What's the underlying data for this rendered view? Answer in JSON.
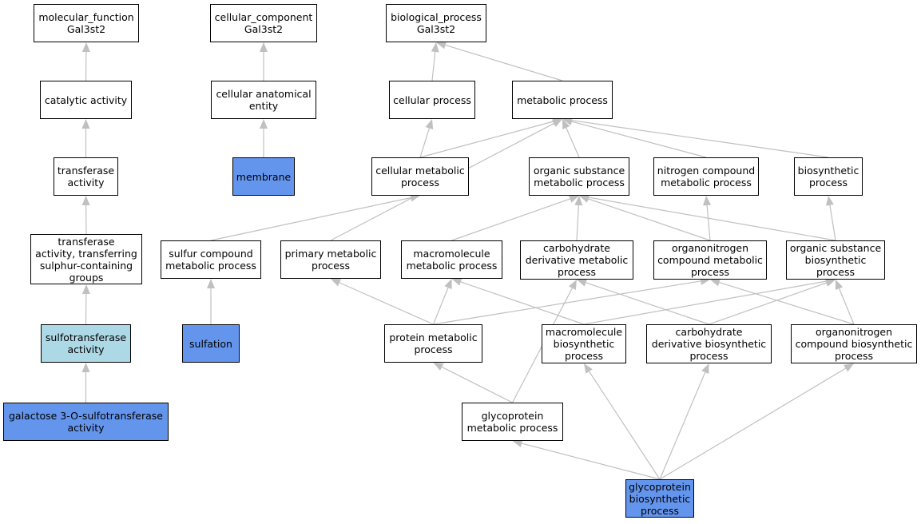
{
  "colors": {
    "default_fill": "#ffffff",
    "annotated_fill": "#6495ed",
    "ancestor_fill": "#add8e6",
    "edge": "#c0c0c0",
    "border": "#000000"
  },
  "nodes": [
    {
      "id": "molecular-function",
      "label": "molecular_function\nGal3st2",
      "fill": "#ffffff"
    },
    {
      "id": "catalytic-activity",
      "label": "catalytic activity",
      "fill": "#ffffff"
    },
    {
      "id": "transferase-activity",
      "label": "transferase\nactivity",
      "fill": "#ffffff"
    },
    {
      "id": "transferase-sulphur",
      "label": "transferase\nactivity, transferring\nsulphur-containing\ngroups",
      "fill": "#ffffff"
    },
    {
      "id": "sulfotransferase",
      "label": "sulfotransferase\nactivity",
      "fill": "#add8e6"
    },
    {
      "id": "galactose-sulfotransferase",
      "label": "galactose 3-O-sulfotransferase\nactivity",
      "fill": "#6495ed"
    },
    {
      "id": "cellular-component",
      "label": "cellular_component\nGal3st2",
      "fill": "#ffffff"
    },
    {
      "id": "cellular-anatomical-entity",
      "label": "cellular anatomical\nentity",
      "fill": "#ffffff"
    },
    {
      "id": "membrane",
      "label": "membrane",
      "fill": "#6495ed"
    },
    {
      "id": "biological-process",
      "label": "biological_process\nGal3st2",
      "fill": "#ffffff"
    },
    {
      "id": "cellular-process",
      "label": "cellular process",
      "fill": "#ffffff"
    },
    {
      "id": "metabolic-process",
      "label": "metabolic process",
      "fill": "#ffffff"
    },
    {
      "id": "cellular-metabolic",
      "label": "cellular metabolic\nprocess",
      "fill": "#ffffff"
    },
    {
      "id": "organic-substance-metabolic",
      "label": "organic substance\nmetabolic process",
      "fill": "#ffffff"
    },
    {
      "id": "nitrogen-compound-metabolic",
      "label": "nitrogen compound\nmetabolic process",
      "fill": "#ffffff"
    },
    {
      "id": "biosynthetic-process",
      "label": "biosynthetic\nprocess",
      "fill": "#ffffff"
    },
    {
      "id": "sulfur-compound-metabolic",
      "label": "sulfur compound\nmetabolic process",
      "fill": "#ffffff"
    },
    {
      "id": "primary-metabolic",
      "label": "primary metabolic\nprocess",
      "fill": "#ffffff"
    },
    {
      "id": "macromolecule-metabolic",
      "label": "macromolecule\nmetabolic process",
      "fill": "#ffffff"
    },
    {
      "id": "carbohydrate-derivative-metabolic",
      "label": "carbohydrate\nderivative metabolic\nprocess",
      "fill": "#ffffff"
    },
    {
      "id": "organonitrogen-compound-metabolic",
      "label": "organonitrogen\ncompound metabolic\nprocess",
      "fill": "#ffffff"
    },
    {
      "id": "organic-substance-biosynthetic",
      "label": "organic substance\nbiosynthetic\nprocess",
      "fill": "#ffffff"
    },
    {
      "id": "sulfation",
      "label": "sulfation",
      "fill": "#6495ed"
    },
    {
      "id": "protein-metabolic",
      "label": "protein metabolic\nprocess",
      "fill": "#ffffff"
    },
    {
      "id": "macromolecule-biosynthetic",
      "label": "macromolecule\nbiosynthetic\nprocess",
      "fill": "#ffffff"
    },
    {
      "id": "carbohydrate-derivative-biosynthetic",
      "label": "carbohydrate\nderivative biosynthetic\nprocess",
      "fill": "#ffffff"
    },
    {
      "id": "organonitrogen-compound-biosynthetic",
      "label": "organonitrogen\ncompound biosynthetic\nprocess",
      "fill": "#ffffff"
    },
    {
      "id": "glycoprotein-metabolic",
      "label": "glycoprotein\nmetabolic process",
      "fill": "#ffffff"
    },
    {
      "id": "glycoprotein-biosynthetic",
      "label": "glycoprotein\nbiosynthetic\nprocess",
      "fill": "#6495ed"
    }
  ],
  "edges": [
    {
      "from": "catalytic-activity",
      "to": "molecular-function"
    },
    {
      "from": "transferase-activity",
      "to": "catalytic-activity"
    },
    {
      "from": "transferase-sulphur",
      "to": "transferase-activity"
    },
    {
      "from": "sulfotransferase",
      "to": "transferase-sulphur"
    },
    {
      "from": "galactose-sulfotransferase",
      "to": "sulfotransferase"
    },
    {
      "from": "cellular-anatomical-entity",
      "to": "cellular-component"
    },
    {
      "from": "membrane",
      "to": "cellular-anatomical-entity"
    },
    {
      "from": "cellular-process",
      "to": "biological-process"
    },
    {
      "from": "metabolic-process",
      "to": "biological-process"
    },
    {
      "from": "cellular-metabolic",
      "to": "cellular-process"
    },
    {
      "from": "cellular-metabolic",
      "to": "metabolic-process"
    },
    {
      "from": "primary-metabolic",
      "to": "metabolic-process"
    },
    {
      "from": "organic-substance-metabolic",
      "to": "metabolic-process"
    },
    {
      "from": "nitrogen-compound-metabolic",
      "to": "metabolic-process"
    },
    {
      "from": "biosynthetic-process",
      "to": "metabolic-process"
    },
    {
      "from": "sulfur-compound-metabolic",
      "to": "cellular-metabolic"
    },
    {
      "from": "sulfation",
      "to": "sulfur-compound-metabolic"
    },
    {
      "from": "macromolecule-metabolic",
      "to": "organic-substance-metabolic"
    },
    {
      "from": "carbohydrate-derivative-metabolic",
      "to": "organic-substance-metabolic"
    },
    {
      "from": "organonitrogen-compound-metabolic",
      "to": "organic-substance-metabolic"
    },
    {
      "from": "organic-substance-biosynthetic",
      "to": "organic-substance-metabolic"
    },
    {
      "from": "organonitrogen-compound-metabolic",
      "to": "nitrogen-compound-metabolic"
    },
    {
      "from": "organic-substance-biosynthetic",
      "to": "biosynthetic-process"
    },
    {
      "from": "protein-metabolic",
      "to": "primary-metabolic"
    },
    {
      "from": "protein-metabolic",
      "to": "macromolecule-metabolic"
    },
    {
      "from": "protein-metabolic",
      "to": "organonitrogen-compound-metabolic"
    },
    {
      "from": "macromolecule-biosynthetic",
      "to": "macromolecule-metabolic"
    },
    {
      "from": "macromolecule-biosynthetic",
      "to": "organic-substance-biosynthetic"
    },
    {
      "from": "carbohydrate-derivative-biosynthetic",
      "to": "carbohydrate-derivative-metabolic"
    },
    {
      "from": "carbohydrate-derivative-biosynthetic",
      "to": "organic-substance-biosynthetic"
    },
    {
      "from": "organonitrogen-compound-biosynthetic",
      "to": "organonitrogen-compound-metabolic"
    },
    {
      "from": "organonitrogen-compound-biosynthetic",
      "to": "organic-substance-biosynthetic"
    },
    {
      "from": "glycoprotein-metabolic",
      "to": "protein-metabolic"
    },
    {
      "from": "glycoprotein-metabolic",
      "to": "carbohydrate-derivative-metabolic"
    },
    {
      "from": "glycoprotein-biosynthetic",
      "to": "glycoprotein-metabolic"
    },
    {
      "from": "glycoprotein-biosynthetic",
      "to": "macromolecule-biosynthetic"
    },
    {
      "from": "glycoprotein-biosynthetic",
      "to": "carbohydrate-derivative-biosynthetic"
    },
    {
      "from": "glycoprotein-biosynthetic",
      "to": "organonitrogen-compound-biosynthetic"
    }
  ]
}
